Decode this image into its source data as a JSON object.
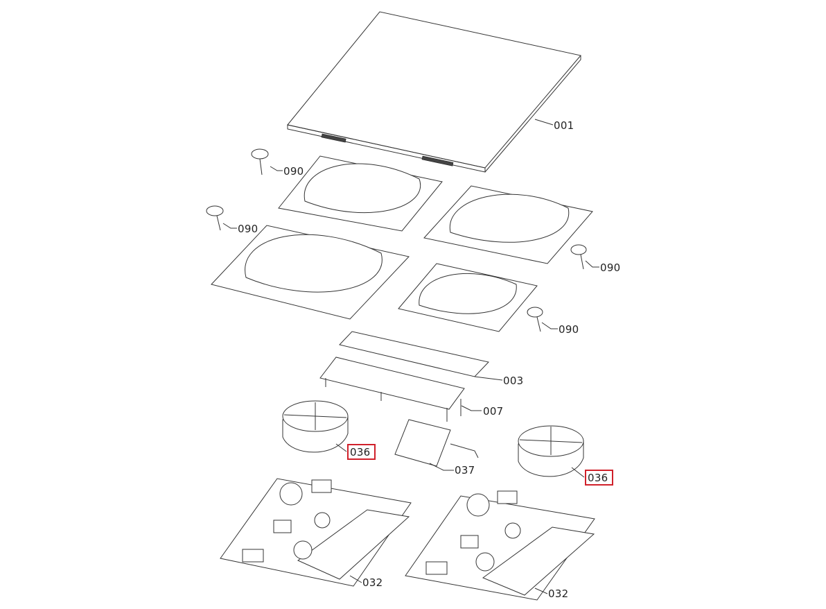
{
  "diagram": {
    "title": "Exploded parts view - induction hob",
    "highlight_color": "#d0202a",
    "callouts": [
      {
        "id": "001",
        "label": "001",
        "part": "glass-top",
        "highlighted": false
      },
      {
        "id": "090a",
        "label": "090",
        "part": "foot",
        "highlighted": false
      },
      {
        "id": "090b",
        "label": "090",
        "part": "foot",
        "highlighted": false
      },
      {
        "id": "090c",
        "label": "090",
        "part": "foot",
        "highlighted": false
      },
      {
        "id": "090d",
        "label": "090",
        "part": "foot",
        "highlighted": false
      },
      {
        "id": "003",
        "label": "003",
        "part": "control-board",
        "highlighted": false
      },
      {
        "id": "007",
        "label": "007",
        "part": "control-frame",
        "highlighted": false
      },
      {
        "id": "036a",
        "label": "036",
        "part": "fan",
        "highlighted": true
      },
      {
        "id": "036b",
        "label": "036",
        "part": "fan",
        "highlighted": true
      },
      {
        "id": "037",
        "label": "037",
        "part": "filter-board",
        "highlighted": false
      },
      {
        "id": "032a",
        "label": "032",
        "part": "power-board",
        "highlighted": false
      },
      {
        "id": "032b",
        "label": "032",
        "part": "power-board",
        "highlighted": false
      }
    ]
  }
}
